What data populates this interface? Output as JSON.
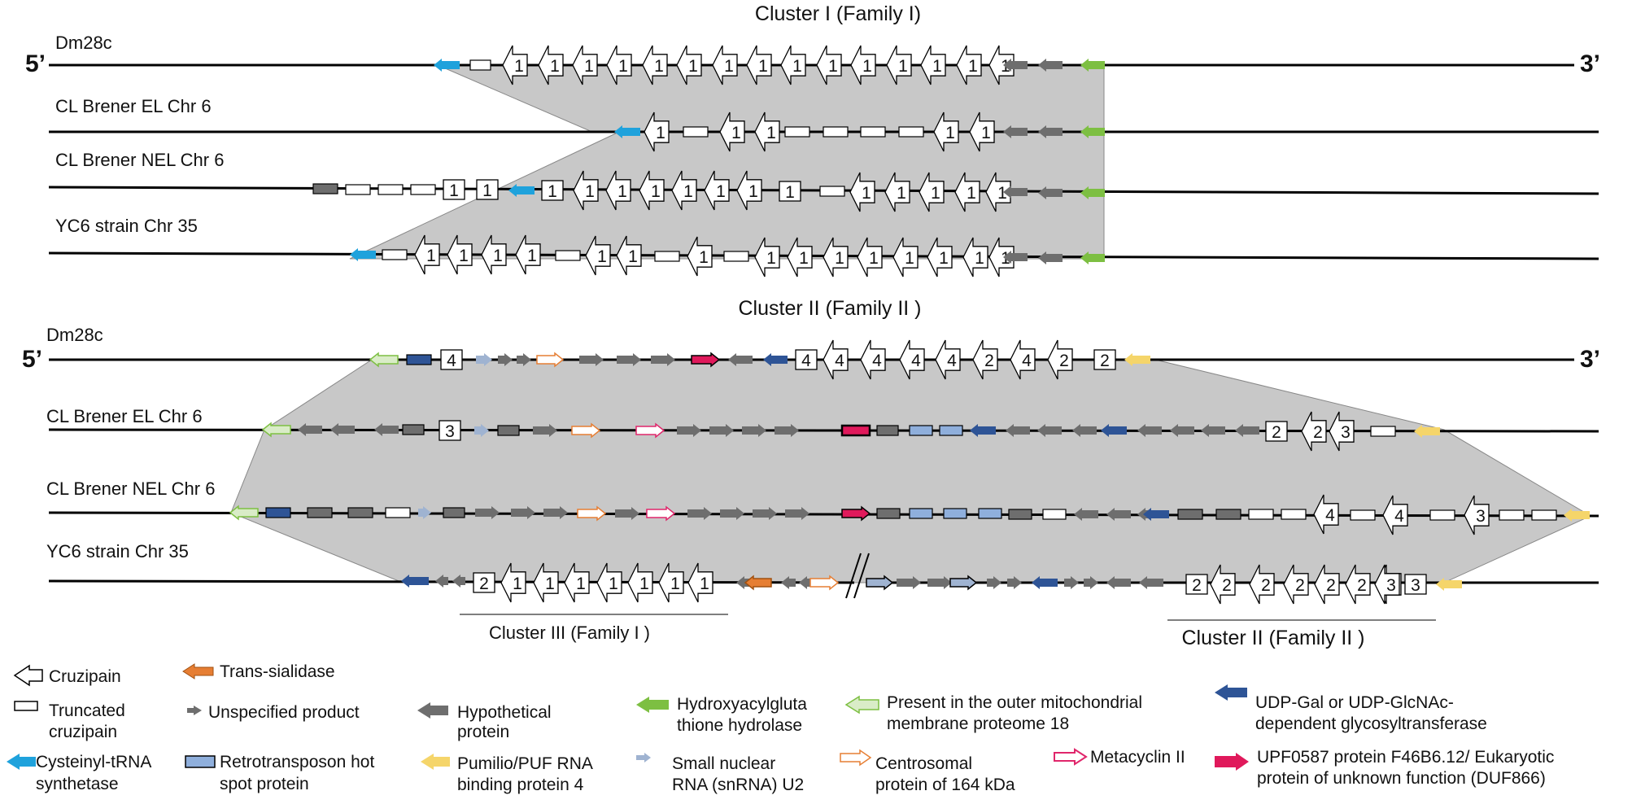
{
  "cluster_titles": {
    "cluster1": "Cluster I (Family I)",
    "cluster2": "Cluster II (Family II )",
    "cluster3_bottom": "Cluster III (Family I )",
    "cluster2_bottom": "Cluster II (Family II )"
  },
  "end_labels": {
    "five_prime": "5’",
    "three_prime": "3’"
  },
  "tracks": {
    "top": [
      "Dm28c",
      "CL Brener EL Chr 6",
      "CL Brener NEL Chr 6",
      "YC6 strain Chr 35"
    ],
    "bottom": [
      "Dm28c",
      "CL Brener EL Chr 6",
      "CL Brener NEL Chr 6",
      "YC6 strain Chr 35"
    ]
  },
  "colors": {
    "cruzipain": "#ffffff",
    "truncated": "#ffffff",
    "hypothetical": "#6e6e6e",
    "unspecified": "#6e6e6e",
    "cysteinyl_trna": "#1fa2dc",
    "hydroxyacylglutathione": "#7dbf42",
    "retrotransposon": "#8fafdc",
    "pumilio": "#f5d56a",
    "trans_sialidase": "#e67e33",
    "snrna_u2": "#9fb3d1",
    "outer_mito": "#d9ecc7",
    "centrosomal": "#f8c9a6",
    "metacyclin": "#e0266b",
    "udp_gal": "#2e5496",
    "upf0587": "#e0195b",
    "synteny_band": "#c8c8c8"
  },
  "legend": [
    {
      "icon": "cruzipain-icon",
      "label": "Cruzipain"
    },
    {
      "icon": "trans-sialidase-icon",
      "label": "Trans-sialidase"
    },
    {
      "icon": "truncated-cruzipain-icon",
      "label": "Truncated cruzipain"
    },
    {
      "icon": "unspecified-product-icon",
      "label": "Unspecified product"
    },
    {
      "icon": "hypothetical-protein-icon",
      "label": "Hypothetical protein"
    },
    {
      "icon": "hydroxyacylglutathione-hydrolase-icon",
      "label": "Hydroxyacylgluta thione hydrolase"
    },
    {
      "icon": "outer-mitochondrial-icon",
      "label": "Present in the outer mitochondrial membrane proteome 18"
    },
    {
      "icon": "udp-gal-icon",
      "label": "UDP-Gal or UDP-GlcNAc-dependent glycosyltransferase"
    },
    {
      "icon": "cysteinyl-trna-icon",
      "label": "Cysteinyl-tRNA synthetase"
    },
    {
      "icon": "retrotransposon-icon",
      "label": "Retrotransposon hot spot protein"
    },
    {
      "icon": "pumilio-icon",
      "label": "Pumilio/PUF RNA binding protein 4"
    },
    {
      "icon": "snrna-icon",
      "label": "Small nuclear RNA (snRNA) U2"
    },
    {
      "icon": "centrosomal-icon",
      "label": "Centrosomal protein of 164 kDa"
    },
    {
      "icon": "metacyclin-icon",
      "label": "Metacyclin II"
    },
    {
      "icon": "upf0587-icon",
      "label": "UPF0587 protein F46B6.12/ Eukaryotic protein of unknown function (DUF866)"
    }
  ]
}
